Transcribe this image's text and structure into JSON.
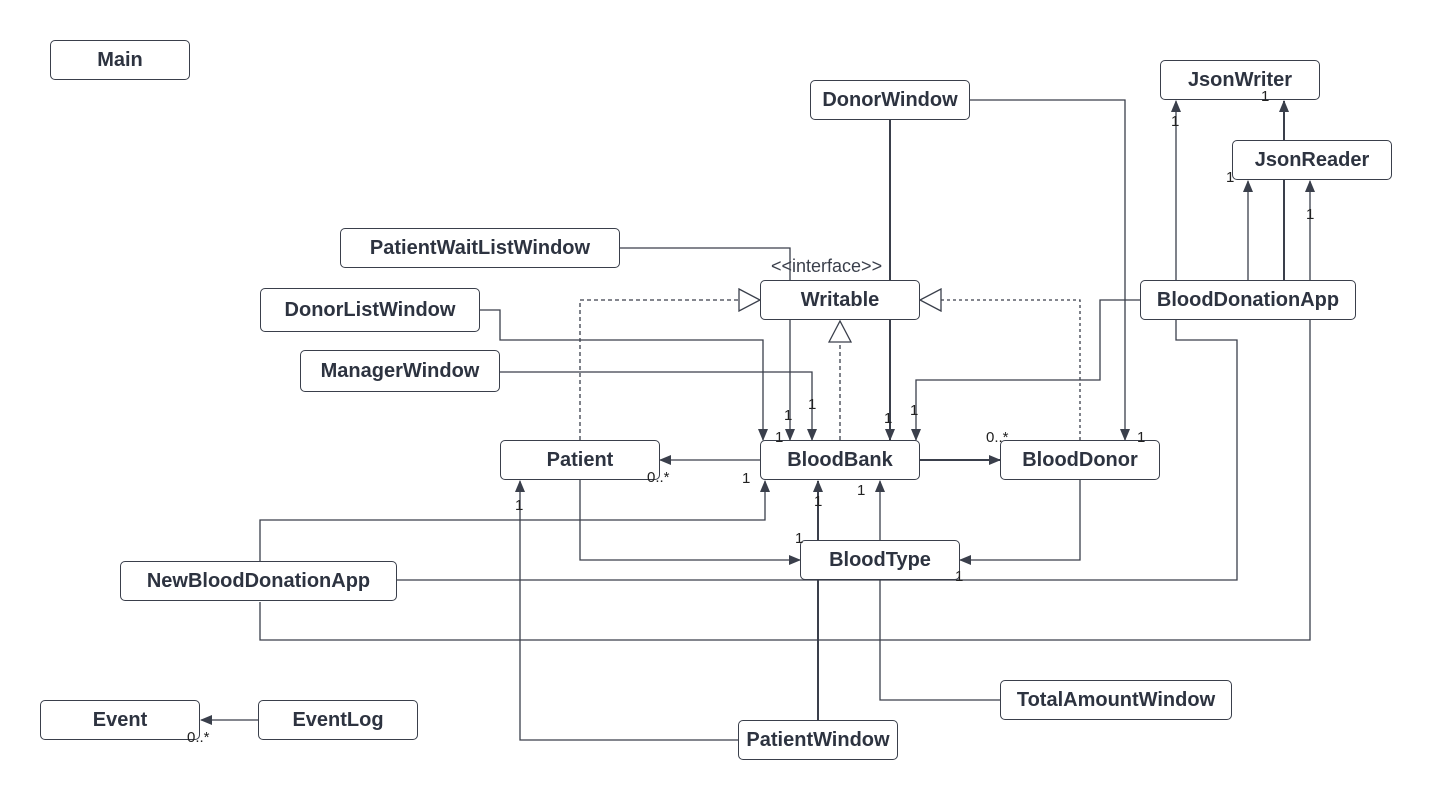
{
  "diagram": {
    "stereotype": "<<interface>>",
    "classes": {
      "main": "Main",
      "json_writer": "JsonWriter",
      "donor_window": "DonorWindow",
      "json_reader": "JsonReader",
      "patient_wait_list_window": "PatientWaitListWindow",
      "writable": "Writable",
      "donor_list_window": "DonorListWindow",
      "blood_donation_app": "BloodDonationApp",
      "manager_window": "ManagerWindow",
      "patient": "Patient",
      "blood_bank": "BloodBank",
      "blood_donor": "BloodDonor",
      "blood_type": "BloodType",
      "new_blood_donation_app": "NewBloodDonationApp",
      "total_amount_window": "TotalAmountWindow",
      "event": "Event",
      "event_log": "EventLog",
      "patient_window": "PatientWindow"
    },
    "multiplicities": {
      "one": "1",
      "many": "0..*"
    }
  }
}
